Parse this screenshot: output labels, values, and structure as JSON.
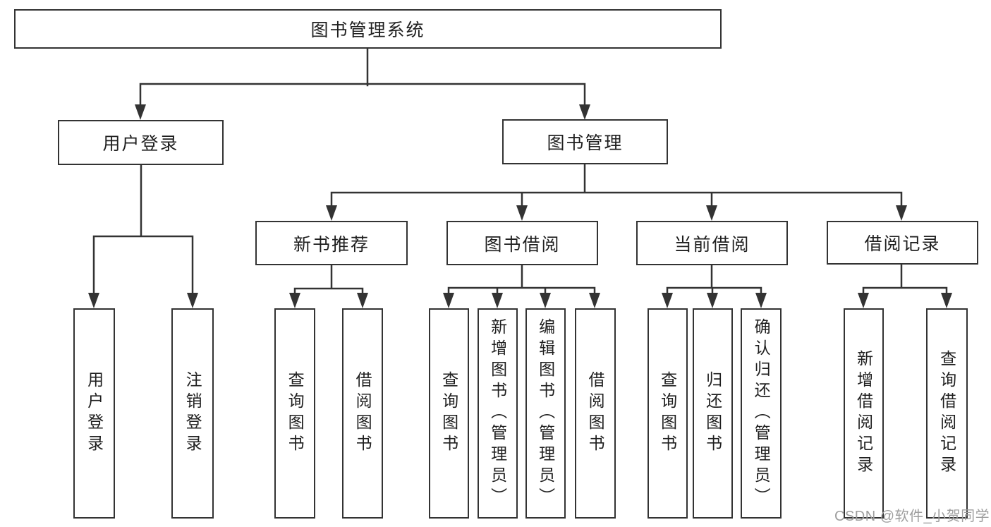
{
  "colors": {
    "line": "#333333",
    "box_border": "#333333",
    "text": "#1f1f1f",
    "background": "#ffffff",
    "watermark": "#9e9e9e"
  },
  "tree": {
    "root": {
      "label": "图书管理系统"
    },
    "level2": [
      {
        "label": "用户登录",
        "children": [
          {
            "label": "用户登录"
          },
          {
            "label": "注销登录"
          }
        ]
      },
      {
        "label": "图书管理",
        "children": [
          {
            "label": "新书推荐",
            "children": [
              {
                "label": "查询图书"
              },
              {
                "label": "借阅图书"
              }
            ]
          },
          {
            "label": "图书借阅",
            "children": [
              {
                "label": "查询图书"
              },
              {
                "label": "新增图书（管理员）"
              },
              {
                "label": "编辑图书（管理员）"
              },
              {
                "label": "借阅图书"
              }
            ]
          },
          {
            "label": "当前借阅",
            "children": [
              {
                "label": "查询图书"
              },
              {
                "label": "归还图书"
              },
              {
                "label": "确认归还（管理员）"
              }
            ]
          },
          {
            "label": "借阅记录",
            "children": [
              {
                "label": "新增借阅记录"
              },
              {
                "label": "查询借阅记录"
              }
            ]
          }
        ]
      }
    ]
  },
  "watermark": "CSDN @软件_小贺同学"
}
